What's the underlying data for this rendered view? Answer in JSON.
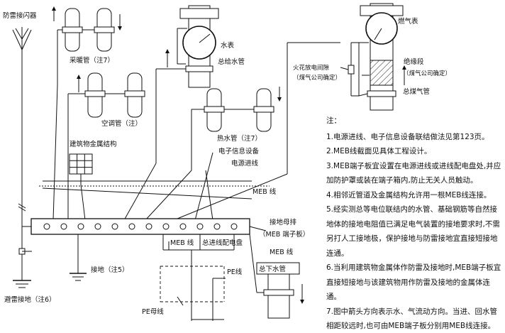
{
  "labels": {
    "lightning_arrester": "防雷接闪器",
    "heating_pipe": "采暖管（注7）",
    "ac_pipe": "空调管（注）",
    "water_meter": "水表",
    "main_water_pipe": "总给水管",
    "hot_water_pipe": "热水管（注7）",
    "gas_meter": "燃气表",
    "insulating_section": "绝缘段",
    "gas_company_1": "（煤气公司确定）",
    "main_gas_pipe": "总煤气管",
    "spark_gap": "火花放电间隙",
    "gas_company_2": "（煤气公司确定）",
    "building_metal": "建筑物金属结构",
    "electronic_info": "电子信息设备",
    "power_inlet": "电源进线",
    "meb_line": "MEB 线",
    "ground_busbar": "接地母排",
    "meb_terminal_board": "（MEB 端子板）",
    "meb_line_2": "MEB 线",
    "main_distribution_box": "总进线配电盘",
    "meb_line_3": "MEB 线",
    "ground_note5": "接地（注5）",
    "pe_line": "PE线",
    "pe_busbar": "PE母线",
    "main_drain_pipe": "总下水管",
    "lightning_ground": "避雷接地（注6）"
  },
  "notes": {
    "heading": "注：",
    "items": [
      "1.电源进线、电子信息设备联结做法见第123页。",
      "2.MEB线截面见具体工程设计。",
      "3.MEB端子板宜设置在电源进线或进线配电盘处,并应加防护罩或装在端子箱内,防止无关人员触动。",
      "4.相邻近管道及金属结构允许用一根MEB线连接。",
      "5.经实测总等电位联结内的水管、基础钢筋等自然接地体的接地电阻值已满足电气装置的接地要求时,不需另打人工接地极，保护接地与防雷接地宜直接短接地连通。",
      "6.当利用建筑物金属体作防雷及接地时,MEB端子板宜直接短接地与该建筑物用作防雷及接地的金属体连通。",
      "7.图中箭头方向表示水、气流动方向。当进、回水管相距较远时,也可由MEB端子板分别用MEB线连接。"
    ]
  }
}
